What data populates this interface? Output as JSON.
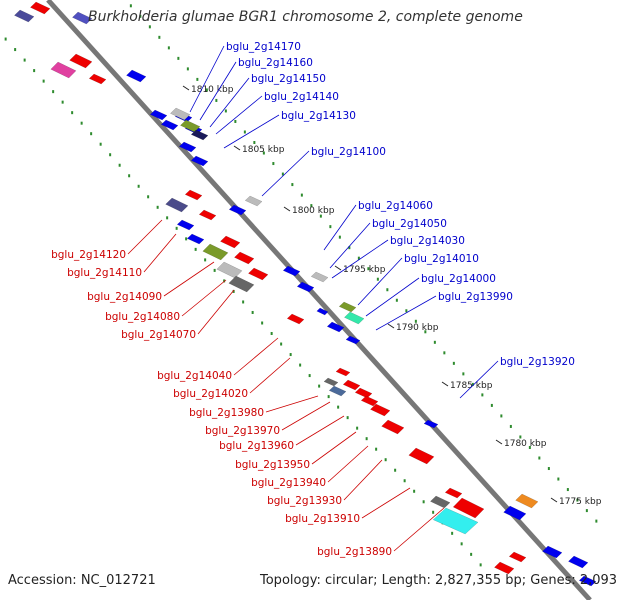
{
  "title": "Burkholderia glumae BGR1 chromosome 2, complete genome",
  "footer": {
    "accession": "Accession: NC_012721",
    "summary": "Topology: circular; Length: 2,827,355 bp; Genes: 2,093"
  },
  "colors": {
    "backbone": "#777777",
    "forward_label": "#0000cc",
    "reverse_label": "#cc0000",
    "tick_dots": "#2e8b2e",
    "forward_gene": "#0000ff",
    "reverse_gene": "#ff0000"
  },
  "scale_ticks": [
    {
      "label": "1810 kbp"
    },
    {
      "label": "1805 kbp"
    },
    {
      "label": "1800 kbp"
    },
    {
      "label": "1795 kbp"
    },
    {
      "label": "1790 kbp"
    },
    {
      "label": "1785 kbp"
    },
    {
      "label": "1780 kbp"
    },
    {
      "label": "1775 kbp"
    }
  ],
  "forward_labels": [
    "bglu_2g14170",
    "bglu_2g14160",
    "bglu_2g14150",
    "bglu_2g14140",
    "bglu_2g14130",
    "bglu_2g14100",
    "bglu_2g14060",
    "bglu_2g14050",
    "bglu_2g14030",
    "bglu_2g14010",
    "bglu_2g14000",
    "bglu_2g13990",
    "bglu_2g13920"
  ],
  "reverse_labels": [
    "bglu_2g14120",
    "bglu_2g14110",
    "bglu_2g14090",
    "bglu_2g14080",
    "bglu_2g14070",
    "bglu_2g14040",
    "bglu_2g14020",
    "bglu_2g13980",
    "bglu_2g13970",
    "bglu_2g13960",
    "bglu_2g13950",
    "bglu_2g13940",
    "bglu_2g13930",
    "bglu_2g13910",
    "bglu_2g13890"
  ]
}
